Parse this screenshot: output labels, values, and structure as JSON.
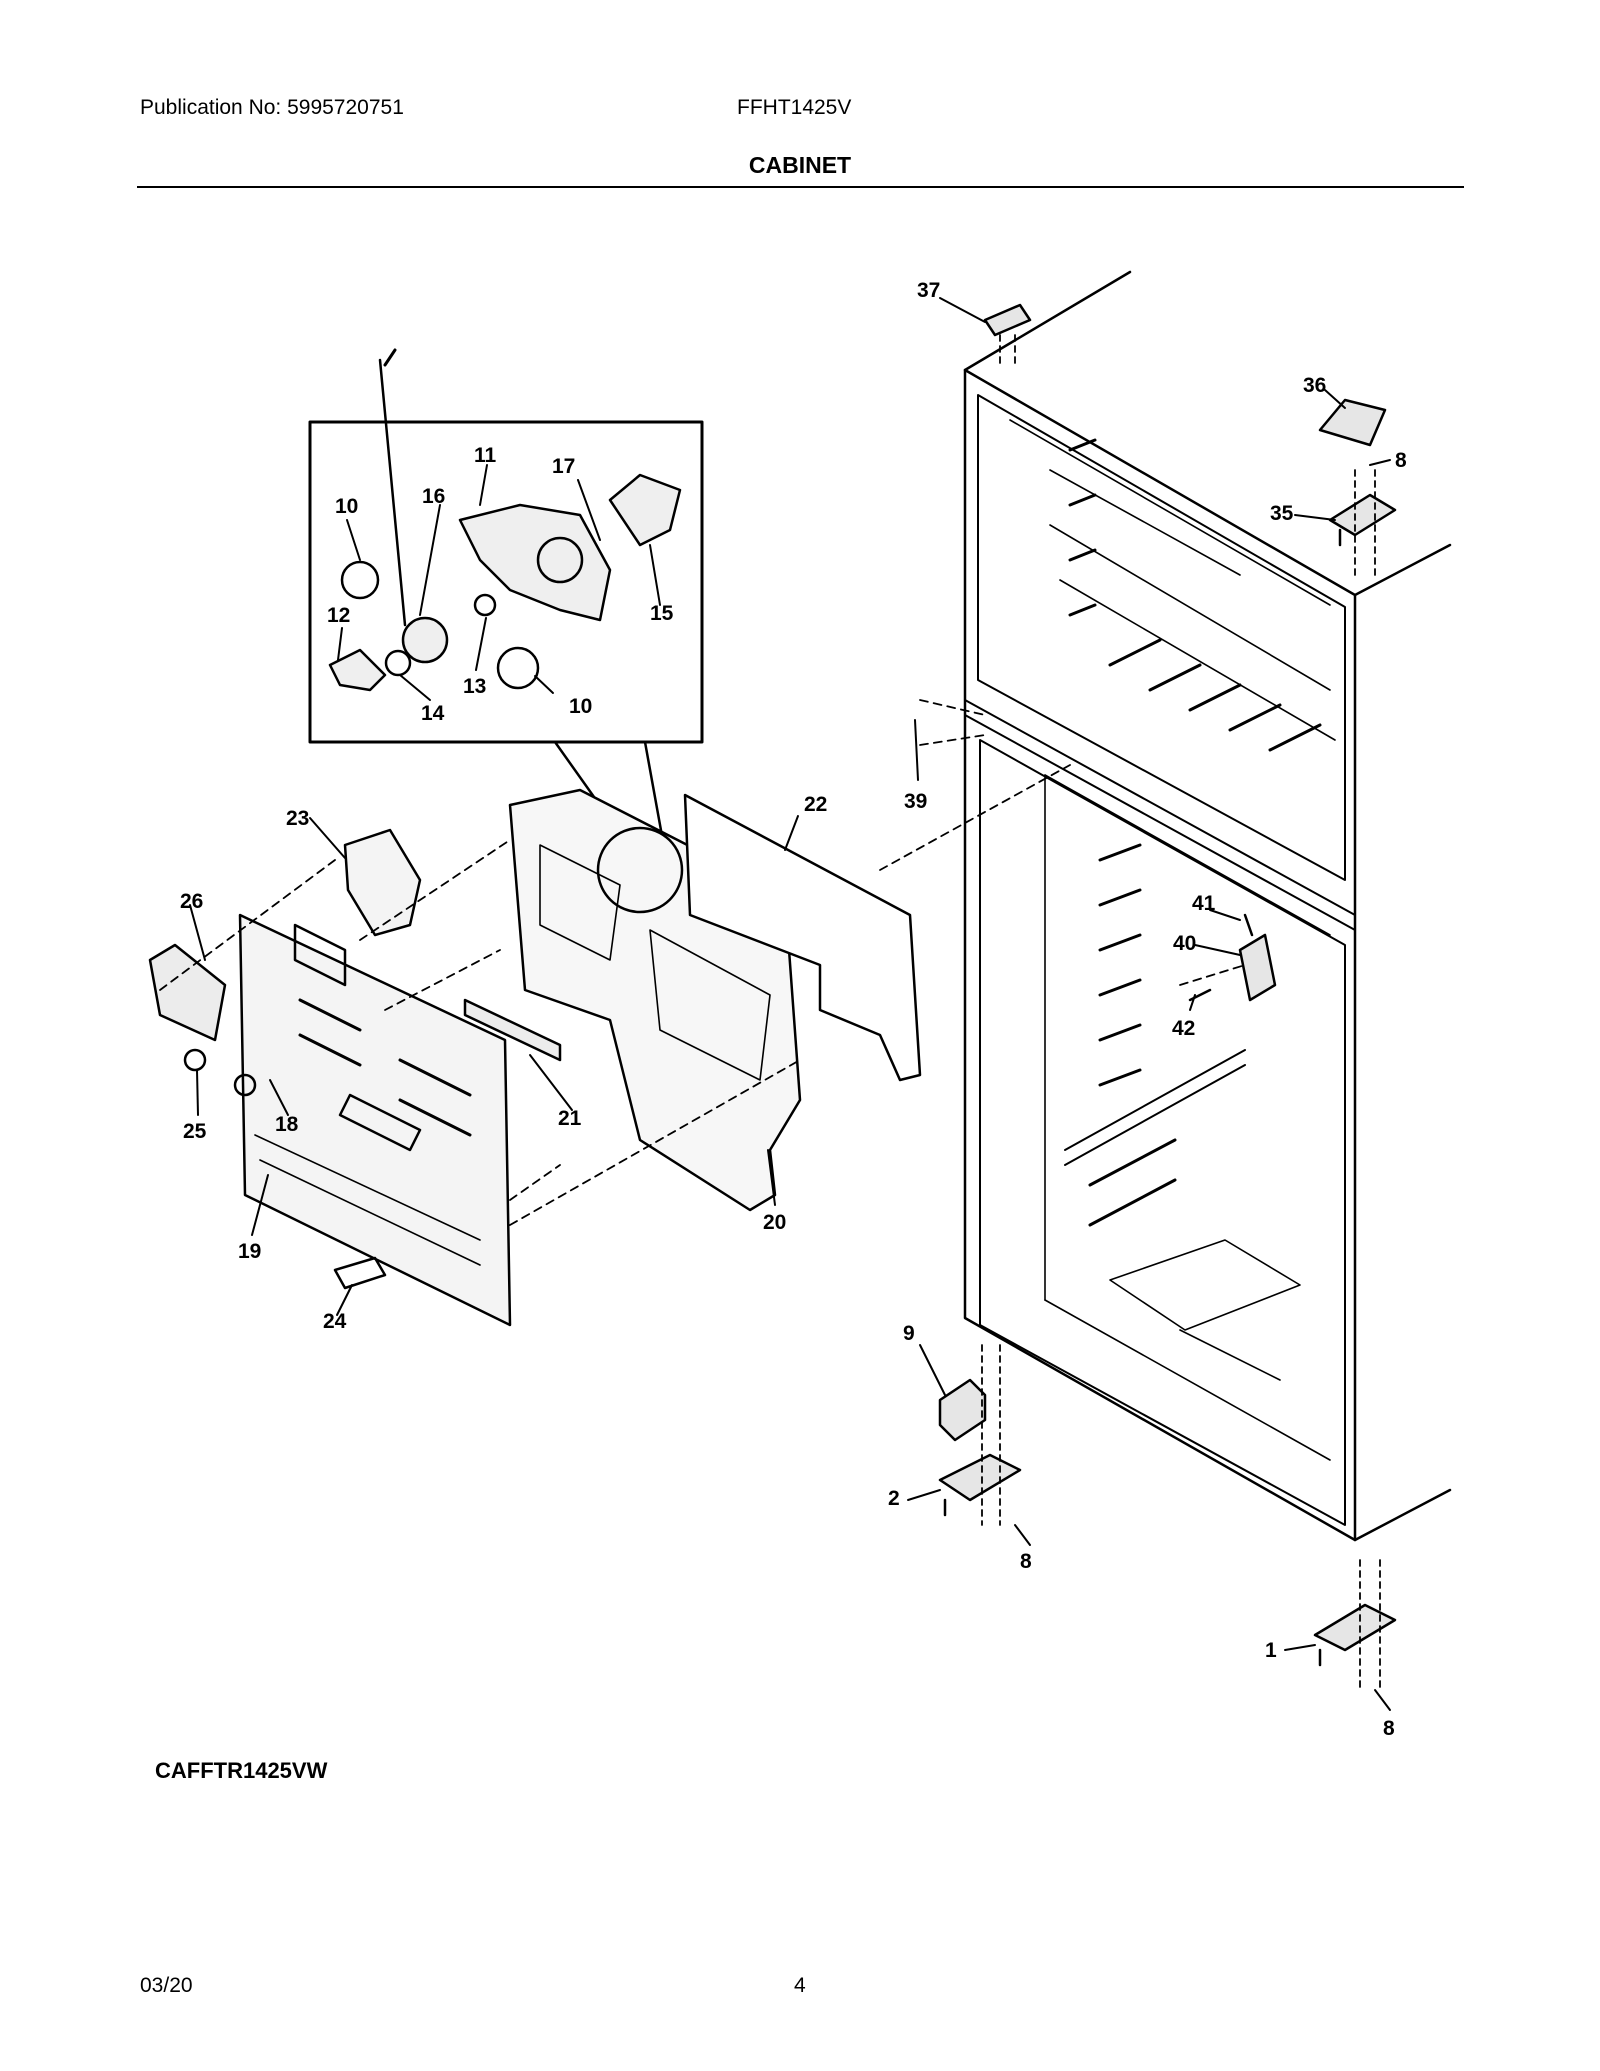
{
  "header": {
    "publication": "Publication No: 5995720751",
    "model": "FFHT1425V",
    "title": "CABINET"
  },
  "footer": {
    "code": "CAFFTR1425VW",
    "date": "03/20",
    "page": "4"
  },
  "callouts": [
    "37",
    "36",
    "8",
    "35",
    "39",
    "41",
    "40",
    "42",
    "9",
    "2",
    "8",
    "1",
    "8",
    "11",
    "17",
    "10",
    "16",
    "15",
    "12",
    "13",
    "10",
    "14",
    "23",
    "22",
    "26",
    "25",
    "18",
    "21",
    "19",
    "20",
    "24"
  ]
}
